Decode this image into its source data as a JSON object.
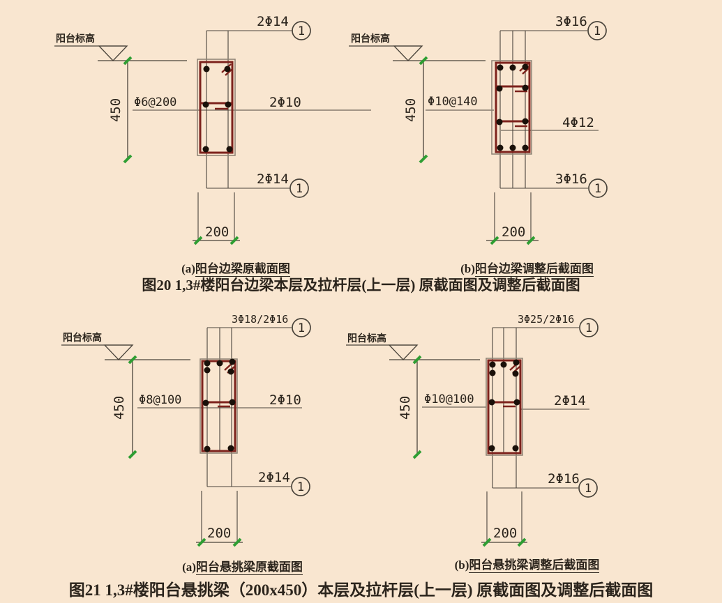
{
  "colors": {
    "background": "#f9e6d0",
    "line": "#4a443b",
    "concrete_outline": "#8c8173",
    "stirrup_red": "#7d221c",
    "rebar_dot": "#191009",
    "tick_green": "#2f9e33",
    "text": "#2b241c"
  },
  "figure20": {
    "title": "图20  1,3#楼阳台边梁本层及拉杆层(上一层) 原截面图及调整后截面图",
    "a": {
      "caption_prefix": "(a)",
      "caption": "阳台边梁原截面图",
      "level_label": "阳台标高",
      "beam_height": "450",
      "beam_width": "200",
      "stirrup_label": "Φ6@200",
      "top_bars_label": "2Φ14",
      "middle_bars_label": "2Φ10",
      "bottom_bars_label": "2Φ14",
      "bubble_top": "1",
      "bubble_bottom": "1"
    },
    "b": {
      "caption_prefix": "(b)",
      "caption": "阳台边梁调整后截面图",
      "level_label": "阳台标高",
      "beam_height": "450",
      "beam_width": "200",
      "stirrup_label": "Φ10@140",
      "top_bars_label": "3Φ16",
      "middle_bars_label": "4Φ12",
      "bottom_bars_label": "3Φ16",
      "bubble_top": "1",
      "bubble_bottom": "1"
    }
  },
  "figure21": {
    "title": "图21  1,3#楼阳台悬挑梁（200x450）本层及拉杆层(上一层) 原截面图及调整后截面图",
    "a": {
      "caption_prefix": "(a)",
      "caption": "阳台悬挑梁原截面图",
      "level_label": "阳台标高",
      "beam_height": "450",
      "beam_width": "200",
      "stirrup_label": "Φ8@100",
      "top_bars_label": "3Φ18/2Φ16",
      "middle_bars_label": "2Φ10",
      "bottom_bars_label": "2Φ14",
      "bubble_top": "1",
      "bubble_bottom": "1"
    },
    "b": {
      "caption_prefix": "(b)",
      "caption": "阳台悬挑梁调整后截面图",
      "level_label": "阳台标高",
      "beam_height": "450",
      "beam_width": "200",
      "stirrup_label": "Φ10@100",
      "top_bars_label": "3Φ25/2Φ16",
      "middle_bars_label": "2Φ14",
      "bottom_bars_label": "2Φ16",
      "bubble_top": "1",
      "bubble_bottom": "1"
    }
  }
}
